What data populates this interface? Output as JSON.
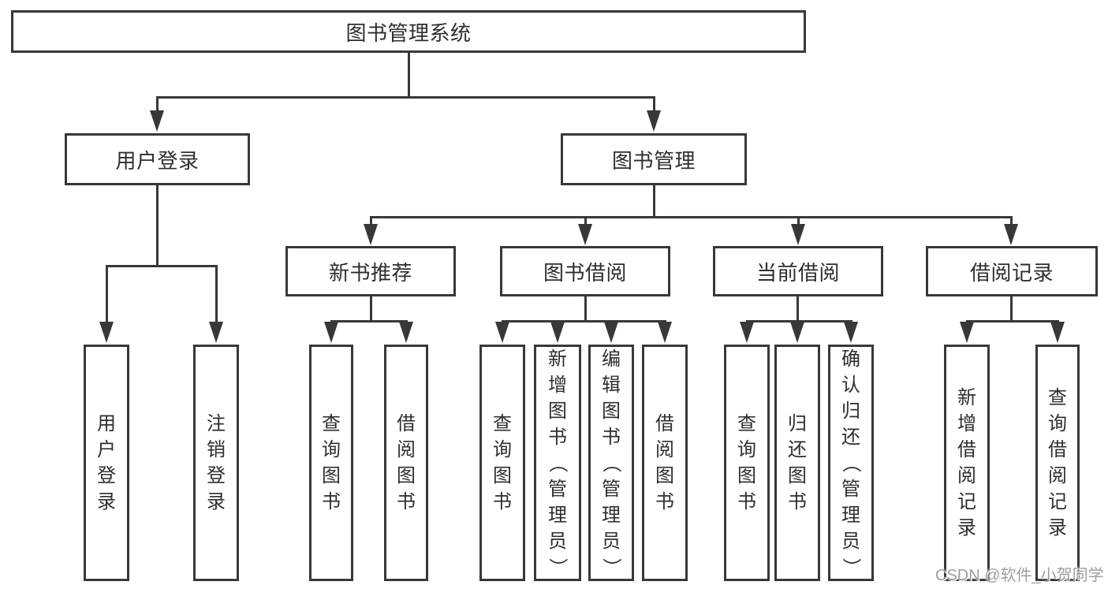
{
  "tree": {
    "root": {
      "label": "图书管理系统"
    },
    "branches": [
      {
        "label": "用户登录",
        "children": [
          {
            "label": "用户登录"
          },
          {
            "label": "注销登录"
          }
        ]
      },
      {
        "label": "图书管理",
        "sections": [
          {
            "label": "新书推荐",
            "children": [
              {
                "label": "查询图书"
              },
              {
                "label": "借阅图书"
              }
            ]
          },
          {
            "label": "图书借阅",
            "children": [
              {
                "label": "查询图书"
              },
              {
                "label": "新增图书（管理员）"
              },
              {
                "label": "编辑图书（管理员）"
              },
              {
                "label": "借阅图书"
              }
            ]
          },
          {
            "label": "当前借阅",
            "children": [
              {
                "label": "查询图书"
              },
              {
                "label": "归还图书"
              },
              {
                "label": "确认归还（管理员）"
              }
            ]
          },
          {
            "label": "借阅记录",
            "children": [
              {
                "label": "新增借阅记录"
              },
              {
                "label": "查询借阅记录"
              }
            ]
          }
        ]
      }
    ]
  },
  "watermark": "CSDN @软件_小贺同学",
  "colors": {
    "background": "#ffffff",
    "line": "#383838",
    "node_border": "#383838",
    "node_text": "#2e2e2e",
    "watermark_text": "#9e9e9e"
  }
}
